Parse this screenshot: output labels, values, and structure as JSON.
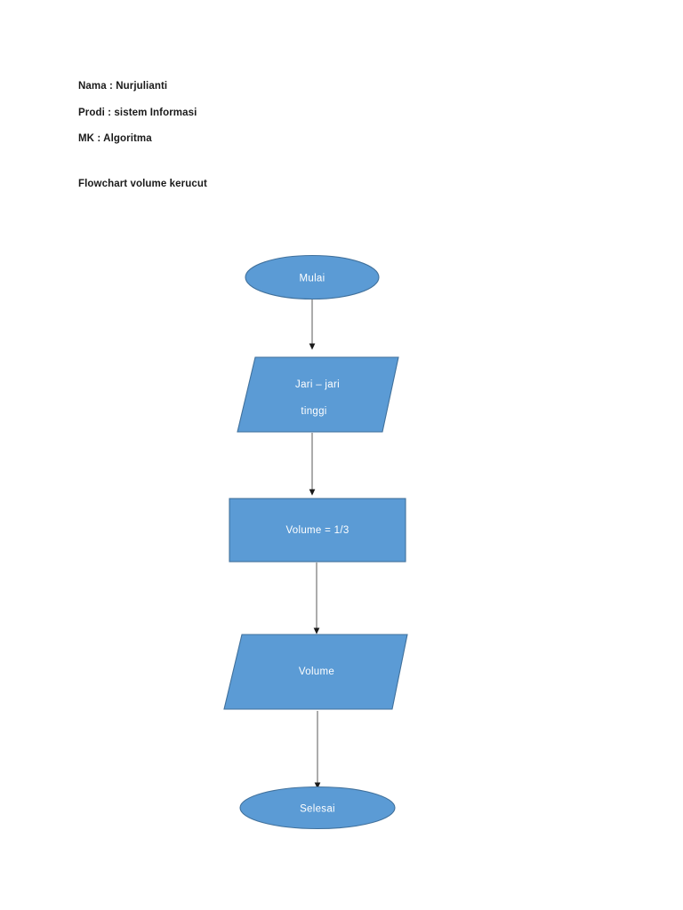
{
  "document": {
    "header_lines": [
      "Nama : Nurjulianti",
      "Prodi : sistem Informasi",
      "MK : Algoritma"
    ],
    "chart_title": "Flowchart volume kerucut"
  },
  "theme": {
    "shape_fill": "#5B9BD5",
    "shape_stroke": "#41719C",
    "label_color": "#FFFFFF",
    "connector_color": "#7F7F7F",
    "arrowhead_color": "#1A1A1A",
    "page_background": "#FFFFFF",
    "text_color": "#1A1A1A"
  },
  "flowchart": {
    "nodes": [
      {
        "id": "start",
        "shape": "ellipse",
        "label": "Mulai",
        "lines": [
          "Mulai"
        ]
      },
      {
        "id": "input",
        "shape": "parallelogram",
        "label": "Jari – jari / tinggi",
        "lines": [
          "Jari – jari",
          "tinggi"
        ]
      },
      {
        "id": "process",
        "shape": "rectangle",
        "label": "Volume = 1/3",
        "lines": [
          "Volume = 1/3"
        ]
      },
      {
        "id": "output",
        "shape": "parallelogram",
        "label": "Volume",
        "lines": [
          "Volume"
        ]
      },
      {
        "id": "end",
        "shape": "ellipse",
        "label": "Selesai",
        "lines": [
          "Selesai"
        ]
      }
    ],
    "connectors": [
      {
        "id": "c1",
        "from": "start",
        "to": "input"
      },
      {
        "id": "c2",
        "from": "input",
        "to": "process"
      },
      {
        "id": "c3",
        "from": "process",
        "to": "output"
      },
      {
        "id": "c4",
        "from": "output",
        "to": "end"
      }
    ]
  }
}
